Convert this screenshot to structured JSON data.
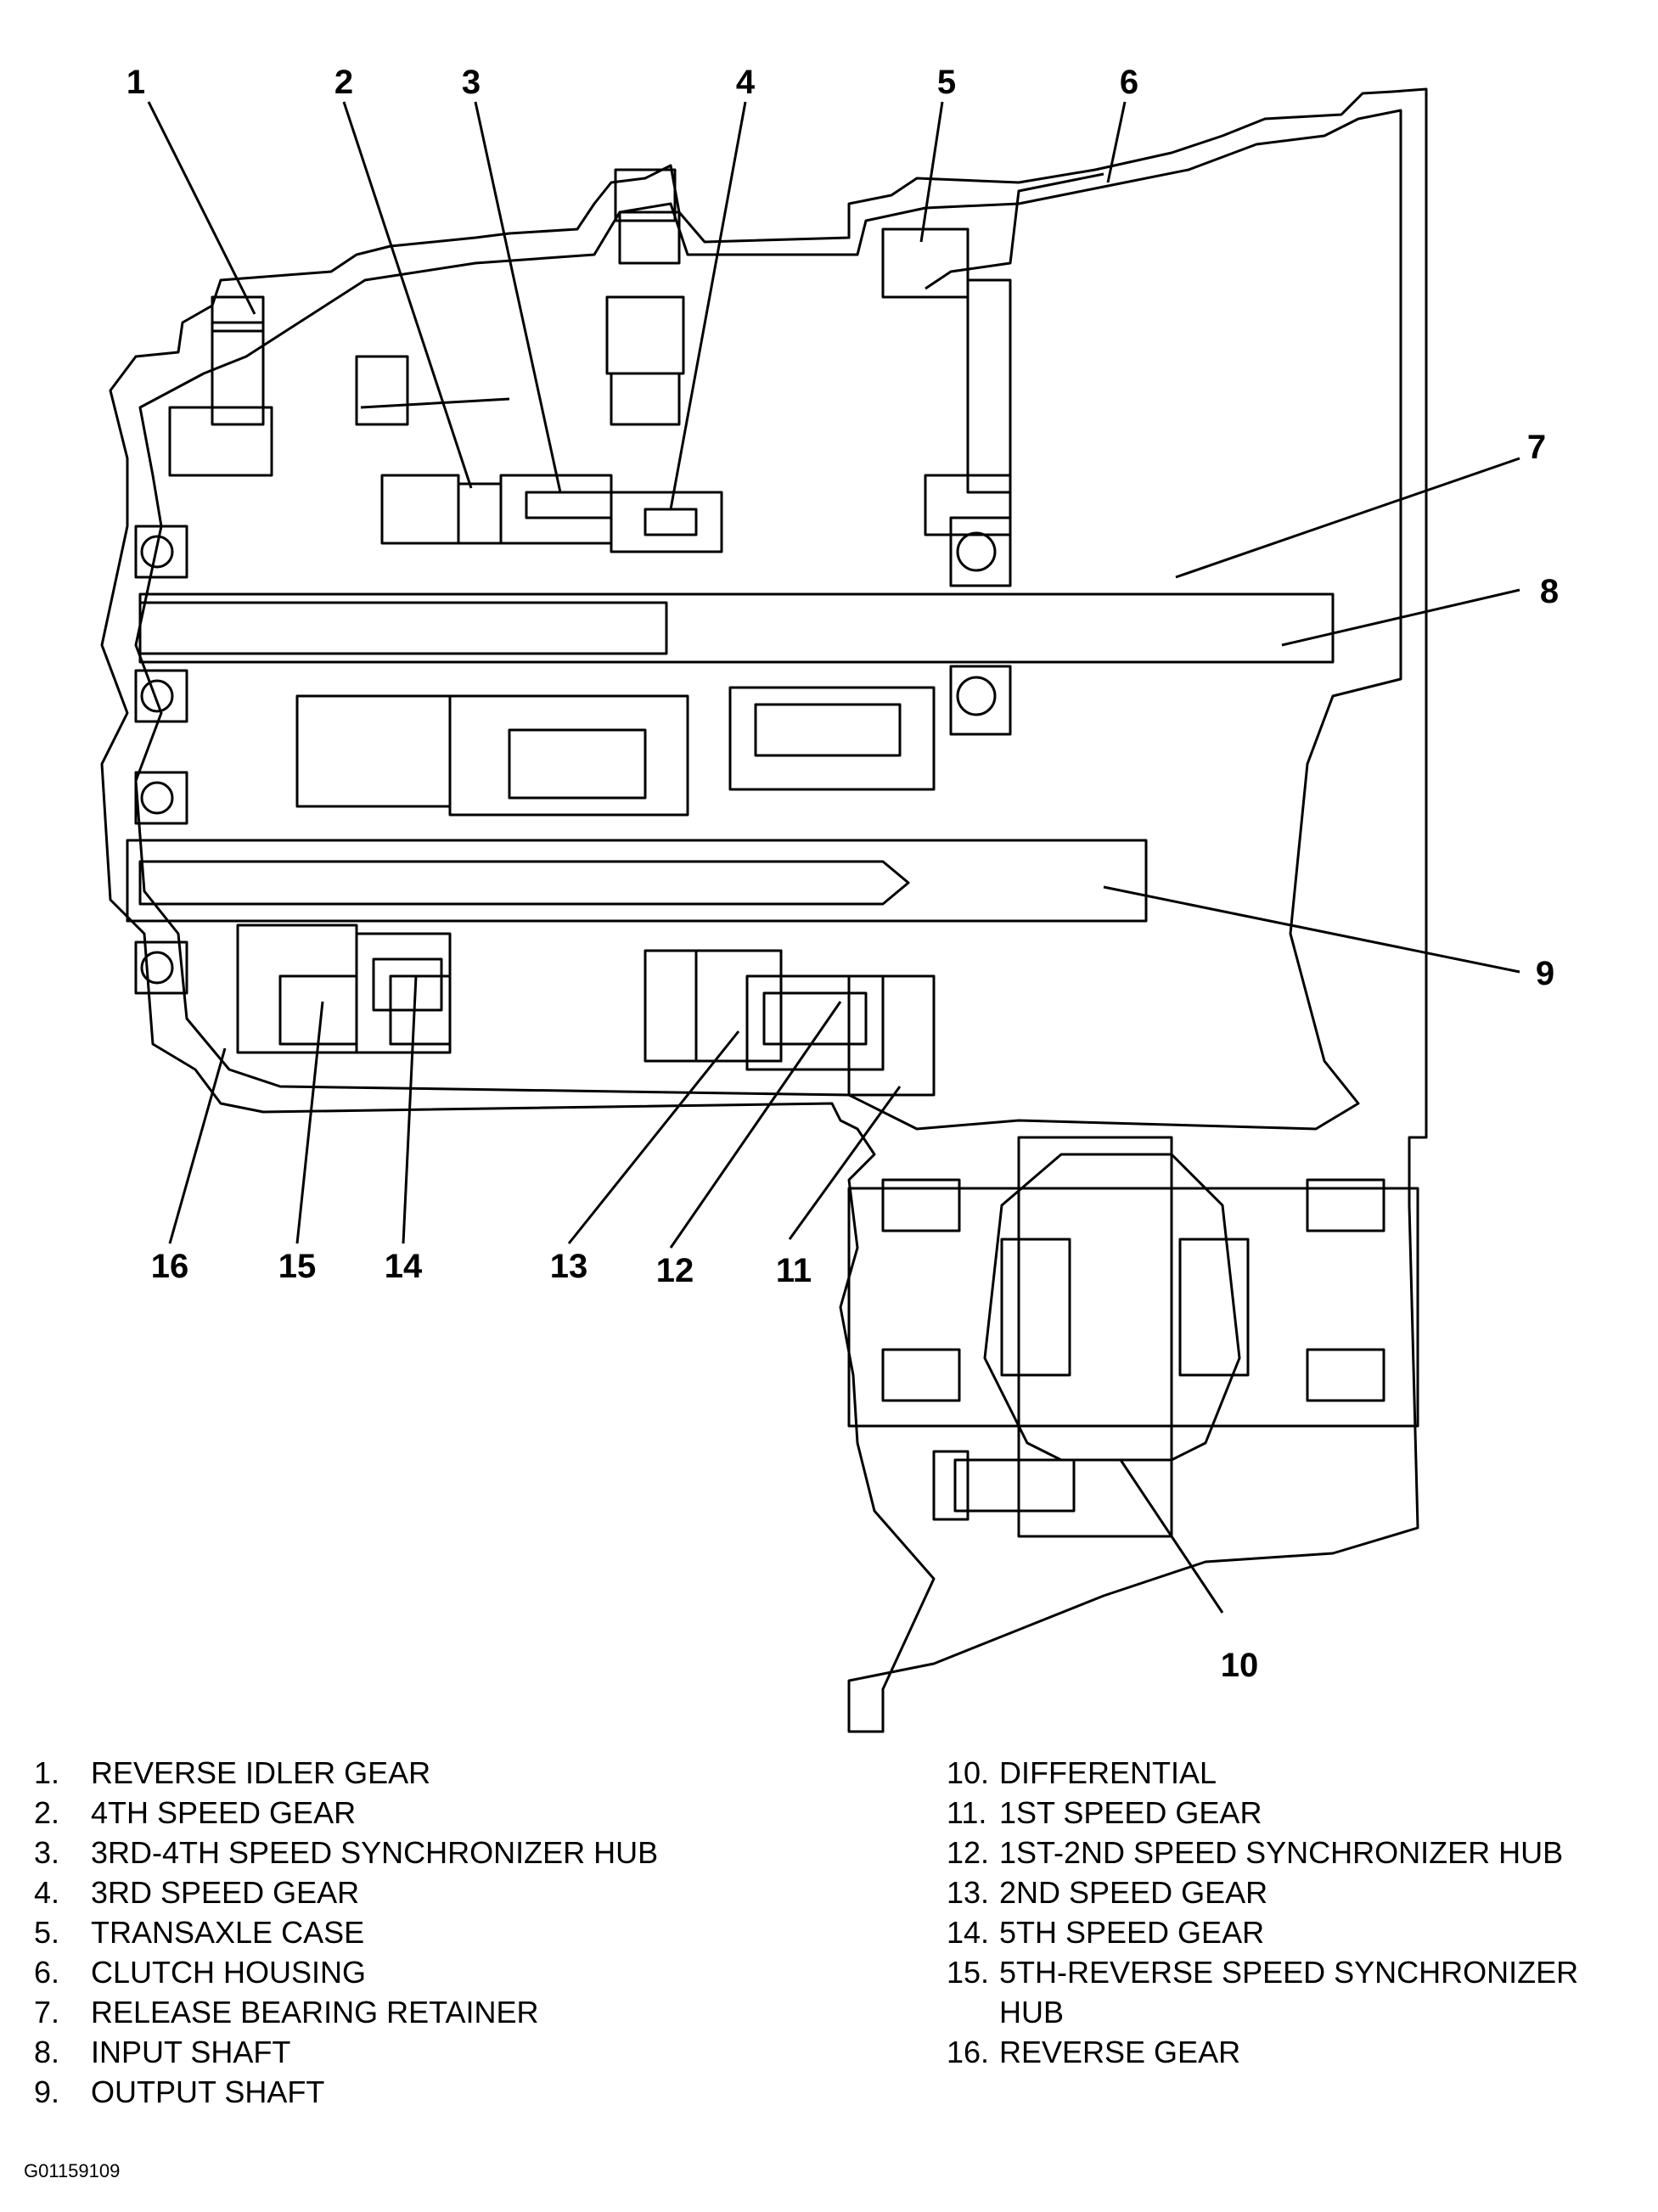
{
  "callouts": [
    "1",
    "2",
    "3",
    "4",
    "5",
    "6",
    "7",
    "8",
    "9",
    "10",
    "11",
    "12",
    "13",
    "14",
    "15",
    "16"
  ],
  "legend_left": [
    {
      "num": "1.",
      "text": "REVERSE IDLER GEAR"
    },
    {
      "num": "2.",
      "text": "4TH SPEED GEAR"
    },
    {
      "num": "3.",
      "text": "3RD-4TH SPEED SYNCHRONIZER HUB"
    },
    {
      "num": "4.",
      "text": "3RD SPEED GEAR"
    },
    {
      "num": "5.",
      "text": "TRANSAXLE CASE"
    },
    {
      "num": "6.",
      "text": "CLUTCH HOUSING"
    },
    {
      "num": "7.",
      "text": "RELEASE BEARING RETAINER"
    },
    {
      "num": "8.",
      "text": "INPUT SHAFT"
    },
    {
      "num": "9.",
      "text": "OUTPUT SHAFT"
    }
  ],
  "legend_right": [
    {
      "num": "10.",
      "text": "DIFFERENTIAL"
    },
    {
      "num": "11.",
      "text": "1ST SPEED GEAR"
    },
    {
      "num": "12.",
      "text": "1ST-2ND SPEED SYNCHRONIZER HUB"
    },
    {
      "num": "13.",
      "text": "2ND SPEED GEAR"
    },
    {
      "num": "14.",
      "text": "5TH SPEED GEAR"
    },
    {
      "num": "15.",
      "text": "5TH-REVERSE SPEED SYNCHRONIZER HUB"
    },
    {
      "num": "16.",
      "text": "REVERSE GEAR"
    }
  ],
  "figure_id": "G01159109"
}
